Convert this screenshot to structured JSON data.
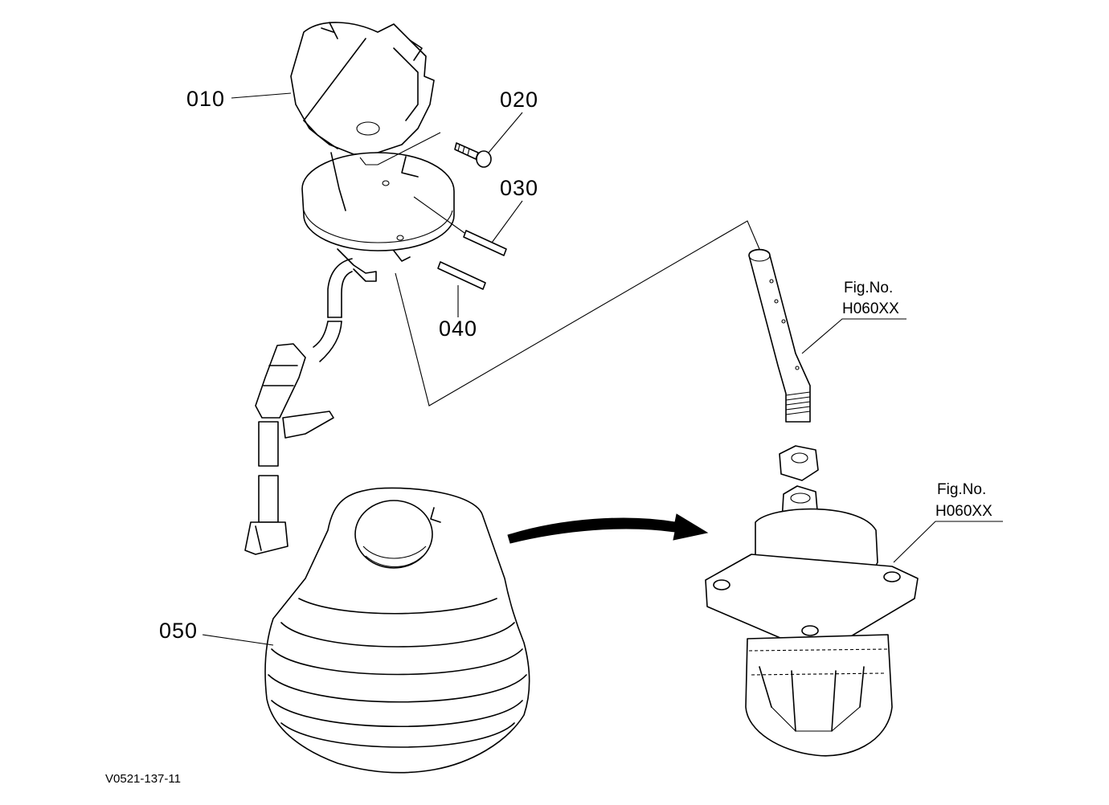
{
  "diagram": {
    "parts": [
      {
        "number": "010"
      },
      {
        "number": "020"
      },
      {
        "number": "030"
      },
      {
        "number": "040"
      },
      {
        "number": "050"
      }
    ],
    "references": [
      {
        "line1": "Fig.No.",
        "line2": "H060XX"
      },
      {
        "line1": "Fig.No.",
        "line2": "H060XX"
      }
    ],
    "drawing_code": "V0521-137-11"
  }
}
